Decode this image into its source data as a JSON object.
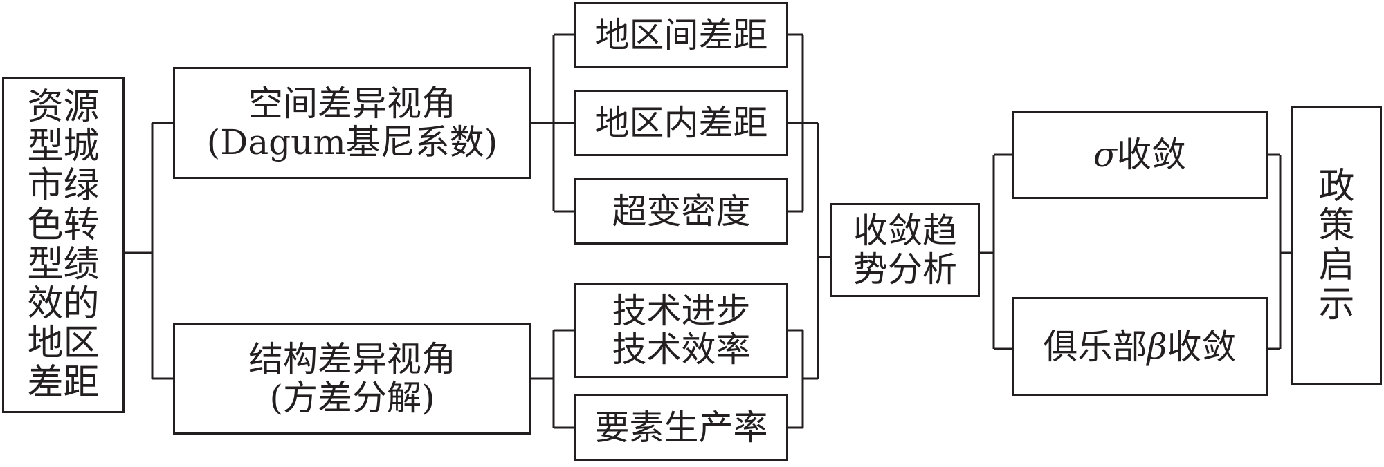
{
  "root": {
    "chars": [
      "资源",
      "型城",
      "市绿",
      "色转",
      "型绩",
      "效的",
      "地区",
      "差距"
    ]
  },
  "spatial": {
    "line1": "空间差异视角",
    "line2": "(Dagum基尼系数)"
  },
  "structural": {
    "line1": "结构差异视角",
    "line2": "(方差分解)"
  },
  "spatial_items": [
    "地区间差距",
    "地区内差距",
    "超变密度"
  ],
  "structural_items": {
    "tech": [
      "技术进步",
      "技术效率"
    ],
    "factor": "要素生产率"
  },
  "convergence": {
    "line1": "收敛趋",
    "line2": "势分析"
  },
  "sigma": {
    "symbol": "σ",
    "text": "收敛"
  },
  "club": {
    "prefix": "俱乐部",
    "symbol": "β",
    "text": "收敛"
  },
  "policy": {
    "chars": [
      "政",
      "策",
      "启",
      "示"
    ]
  }
}
